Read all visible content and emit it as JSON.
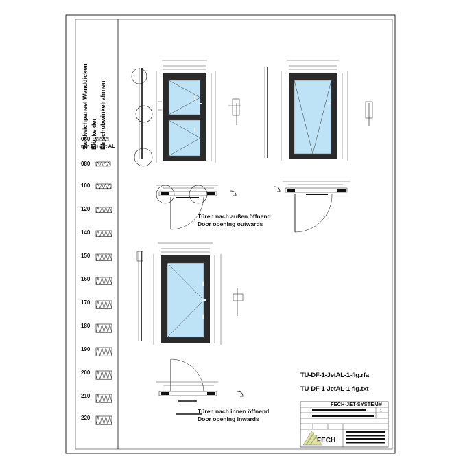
{
  "sidebar": {
    "title_lines": [
      "Sandwichpaneel Wanddicken",
      "Blöcke der",
      "Einschubwinkelrahmen"
    ],
    "thicknesses": [
      "060",
      "080",
      "100",
      "120",
      "140",
      "150",
      "160",
      "170",
      "180",
      "190",
      "200",
      "210",
      "220"
    ],
    "note_060": "nur bei Jet AL"
  },
  "captions": {
    "outward_de": "Türen nach außen öffnend",
    "outward_en": "Door opening outwards",
    "inward_de": "Türen nach innen öffnend",
    "inward_en": "Door opening inwards"
  },
  "files": {
    "file1": "TU-DF-1-JetAL-1-flg.rfa",
    "file2": "TU-DF-1-JetAL-1-flg.txt"
  },
  "titleblock": {
    "brand": "FECH-JET-SYSTEM®",
    "logo": "FECH",
    "sheet_no": "1"
  },
  "colors": {
    "frame": "#2b2b2b",
    "glass": "#bfe3f6",
    "line": "#111111"
  }
}
